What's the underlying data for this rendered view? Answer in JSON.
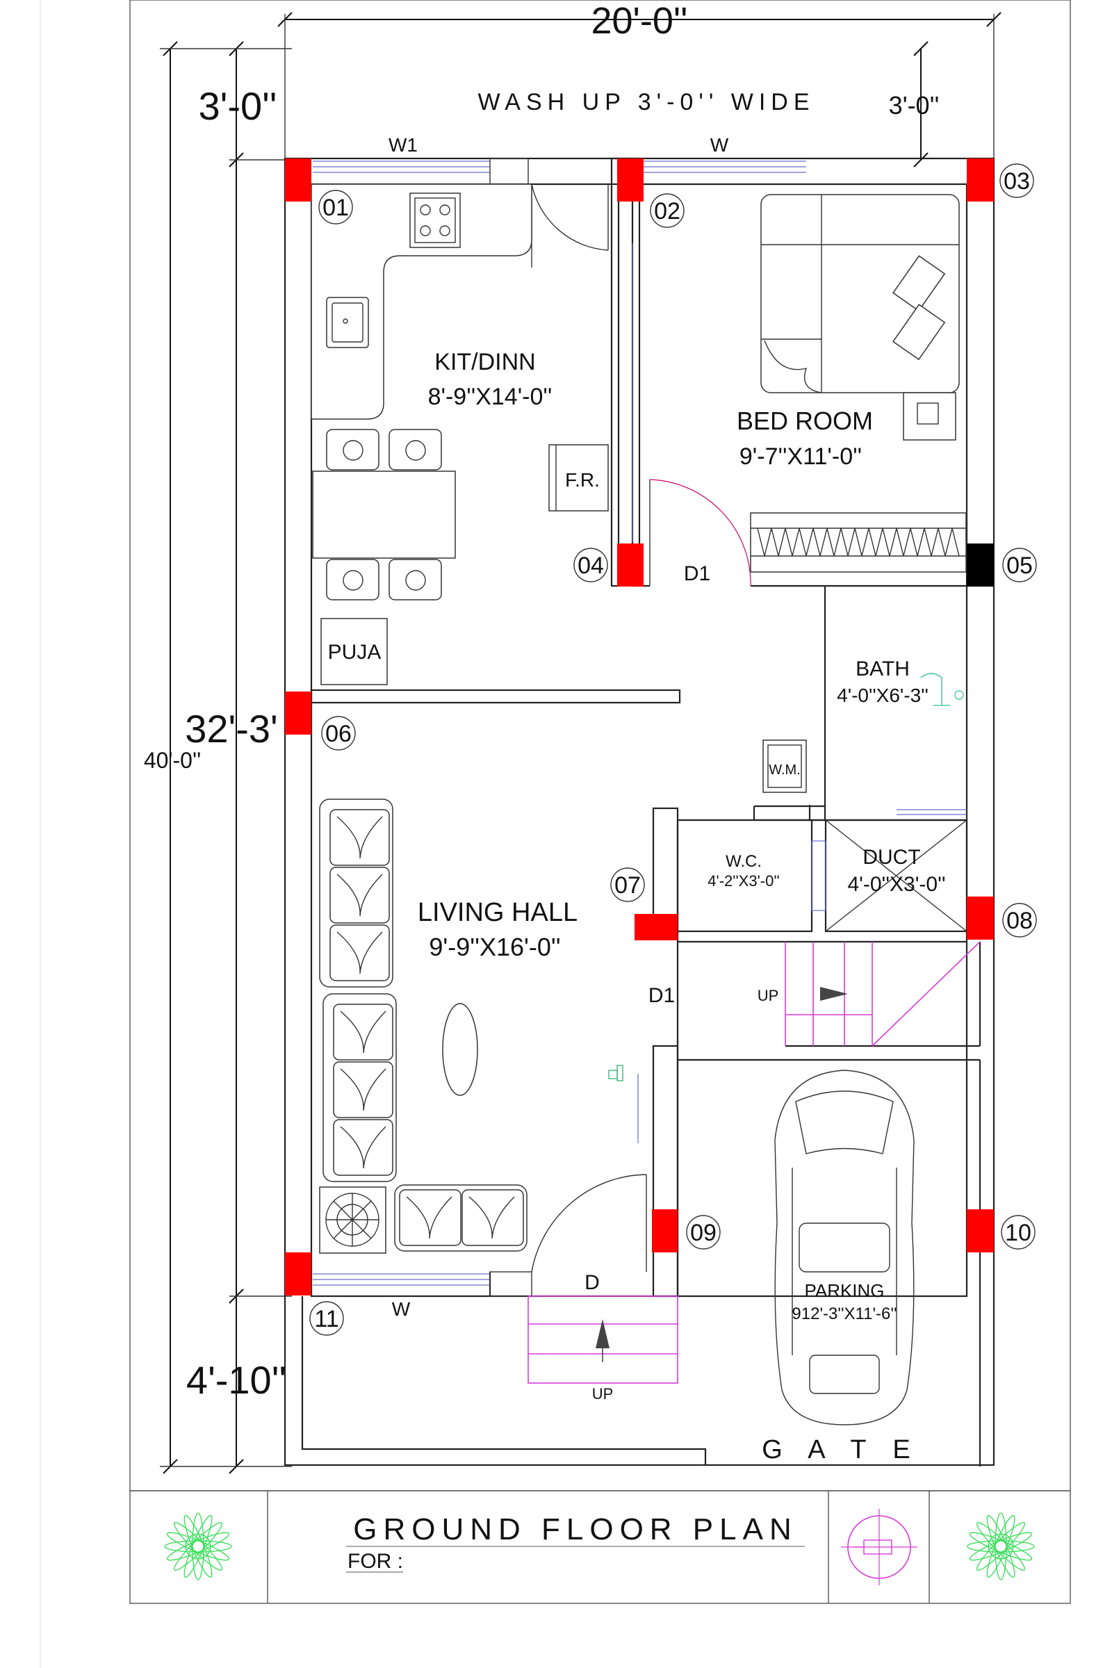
{
  "plan": {
    "dimensions": {
      "overall_width": "20'-0''",
      "washup_depth": "3'-0''",
      "washup_right": "3'-0''",
      "left_span": "32'-3'",
      "overall_depth": "40'-0''",
      "front_setback": "4'-10''"
    },
    "labels": {
      "washup": "WASH UP 3'-0'' WIDE",
      "window_w1": "W1",
      "window_w_top": "W",
      "window_w_bottom": "W",
      "door_d1_bed": "D1",
      "door_d1_hall": "D1",
      "door_main": "D",
      "stair_up": "UP",
      "entry_up": "UP",
      "gate": "G A T E",
      "fridge": "F.R.",
      "puja": "PUJA",
      "wm": "W.M."
    },
    "rooms": {
      "kitchen": {
        "name": "KIT/DINN",
        "size": "8'-9''X14'-0''"
      },
      "bedroom": {
        "name": "BED ROOM",
        "size": "9'-7''X11'-0''"
      },
      "bath": {
        "name": "BATH",
        "size": "4'-0''X6'-3''"
      },
      "wc": {
        "name": "W.C.",
        "size": "4'-2''X3'-0''"
      },
      "duct": {
        "name": "DUCT",
        "size": "4'-0''X3'-0''"
      },
      "living": {
        "name": "LIVING HALL",
        "size": "9'-9''X16'-0''"
      },
      "parking": {
        "name": "PARKING",
        "size": "912'-3''X11'-6''"
      }
    },
    "columns": [
      "01",
      "02",
      "03",
      "04",
      "05",
      "06",
      "07",
      "08",
      "09",
      "10",
      "11"
    ],
    "colors": {
      "column": "#ff0000",
      "stair": "#d63bd6",
      "accent_green": "#33dd55"
    }
  },
  "title_block": {
    "title": "GROUND FLOOR PLAN",
    "for_label": "FOR :"
  }
}
